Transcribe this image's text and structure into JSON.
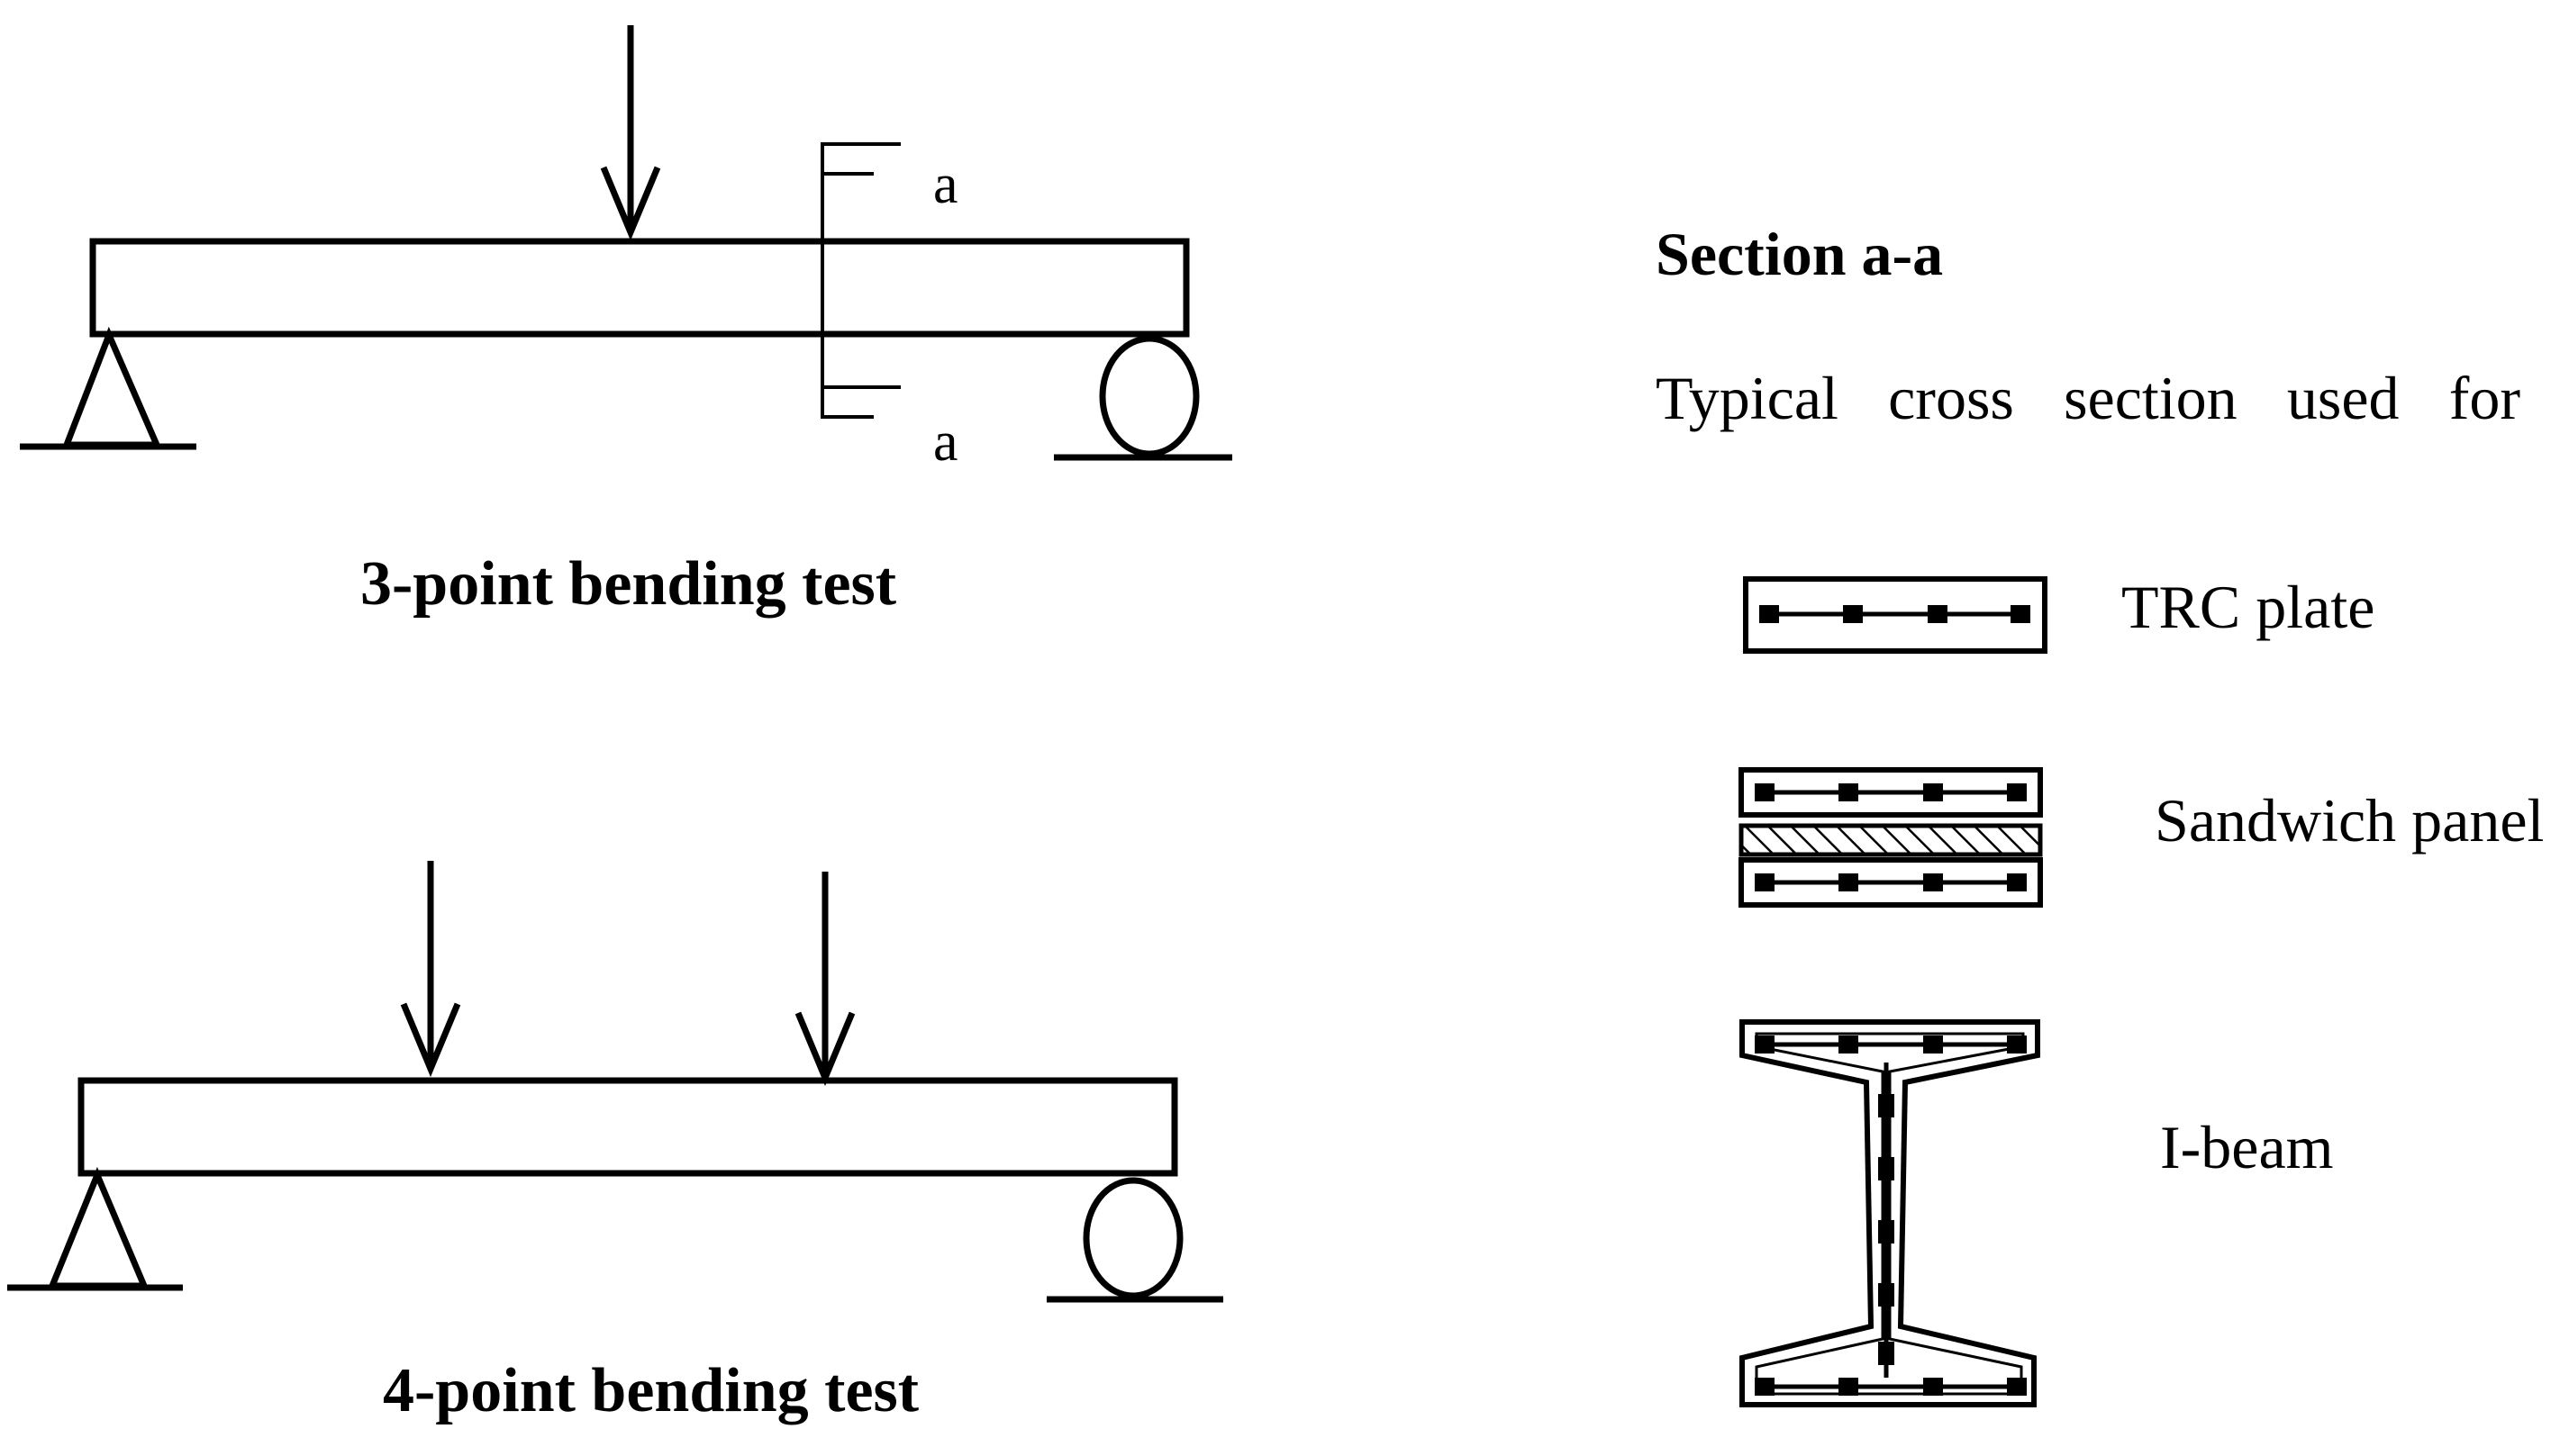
{
  "beam_tests": {
    "three_point_caption": "3-point bending test",
    "four_point_caption": "4-point bending test",
    "section_mark_top": "a",
    "section_mark_bottom": "a"
  },
  "cross_sections": {
    "title": "Section a-a",
    "description": "Typical cross section used for",
    "items": [
      {
        "label": "TRC plate",
        "icon": "trc-plate-section"
      },
      {
        "label": "Sandwich panel",
        "icon": "sandwich-panel-section"
      },
      {
        "label": "I-beam",
        "icon": "i-beam-section"
      }
    ]
  },
  "colors": {
    "line": "#000000",
    "background": "#ffffff"
  }
}
